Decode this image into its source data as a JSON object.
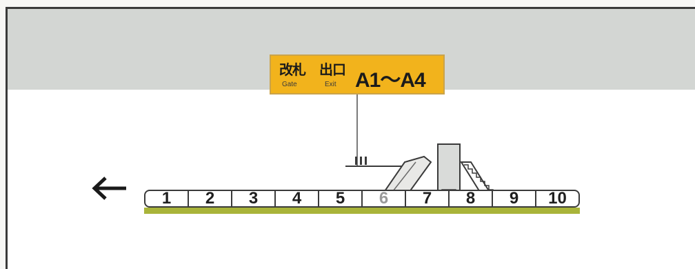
{
  "sign": {
    "gate_jp": "改札",
    "gate_en": "Gate",
    "exit_jp": "出口",
    "exit_en": "Exit",
    "destination": "A1～A4"
  },
  "direction_icon": "left-arrow-icon",
  "cars": [
    "1",
    "2",
    "3",
    "4",
    "5",
    "6",
    "7",
    "8",
    "9",
    "10"
  ],
  "colors": {
    "sign_background": "#f2b31c",
    "ceiling": "#d3d6d3",
    "platform": "#a9b43a"
  },
  "icons": [
    "stairs-up-icon",
    "escalator-icon",
    "elevator-icon",
    "stairs-down-icon"
  ]
}
